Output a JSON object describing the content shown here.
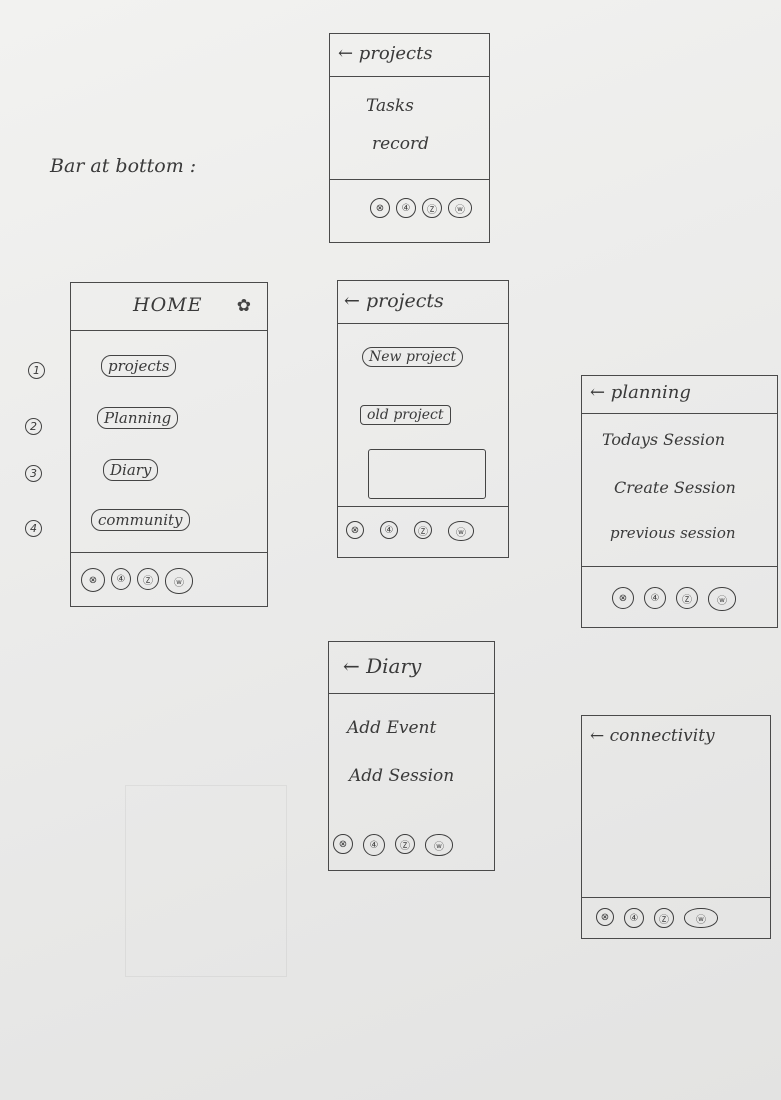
{
  "note": "Bar at bottom :",
  "nav_icons": [
    "⊗",
    "④",
    "Ⓩ",
    "ⓦ"
  ],
  "projects_top": {
    "title": "← projects",
    "items": [
      "Tasks",
      "record"
    ]
  },
  "home": {
    "title": "HOME",
    "items": [
      "projects",
      "Planning",
      "Diary",
      "community"
    ],
    "numbers": [
      "1",
      "2",
      "3",
      "4"
    ]
  },
  "projects": {
    "title": "← projects",
    "buttons": [
      "New project",
      "old project"
    ]
  },
  "planning": {
    "title": "← planning",
    "items": [
      "Todays Session",
      "Create Session",
      "previous session"
    ]
  },
  "diary": {
    "title": "← Diary",
    "items": [
      "Add Event",
      "Add Session"
    ]
  },
  "community": {
    "title": "← connectivity"
  }
}
